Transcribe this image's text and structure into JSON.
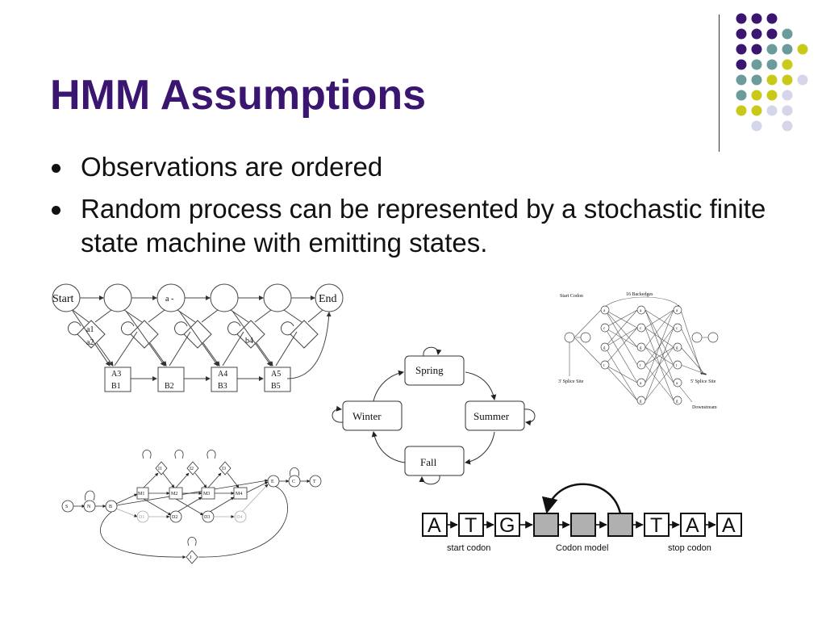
{
  "slide": {
    "title": "HMM Assumptions",
    "bullets": [
      "Observations are ordered",
      "Random process can be represented by a stochastic finite state machine with emitting states."
    ]
  },
  "colors": {
    "title": "#3b1670",
    "dot_purple": "#3b1670",
    "dot_teal": "#6b9b9b",
    "dot_yellow": "#c9c91a",
    "dot_lavender": "#d6d6ea"
  },
  "figures": {
    "hmm_chain": {
      "start": "Start",
      "end": "End",
      "a_minus": "a -",
      "a1": "a1",
      "a2": "a2",
      "b4": "b4",
      "boxes": [
        {
          "top": "A3",
          "bottom": "B1"
        },
        {
          "top": "",
          "bottom": "B2"
        },
        {
          "top": "A4",
          "bottom": "B3"
        },
        {
          "top": "A5",
          "bottom": "B5"
        }
      ]
    },
    "seasons": {
      "spring": "Spring",
      "summer": "Summer",
      "fall": "Fall",
      "winter": "Winter"
    },
    "splice": {
      "start_codon": "Start Codon",
      "backedges": "16 Backedges",
      "splice3": "3' Splice Site",
      "splice5": "5' Splice Site",
      "downstream": "Downstream",
      "col1": [
        "a",
        "c",
        "g",
        "t"
      ],
      "col2": [
        "a",
        "c",
        "g",
        "t",
        "a",
        "g"
      ],
      "col3": [
        "a",
        "c",
        "g",
        "t",
        "a",
        "g"
      ]
    },
    "profile_hmm": {
      "S": "S",
      "N": "N",
      "B": "B",
      "E": "E",
      "C": "C",
      "T": "T",
      "J": "J",
      "inserts": [
        "I1",
        "I2",
        "I3"
      ],
      "matches": [
        "M1",
        "M2",
        "M3",
        "M4"
      ],
      "deletes": [
        "D1",
        "D2",
        "D3",
        "D4"
      ]
    },
    "codon": {
      "start_letters": [
        "A",
        "T",
        "G"
      ],
      "stop_letters": [
        "T",
        "A",
        "A"
      ],
      "start_label": "start codon",
      "model_label": "Codon model",
      "stop_label": "stop codon"
    }
  }
}
